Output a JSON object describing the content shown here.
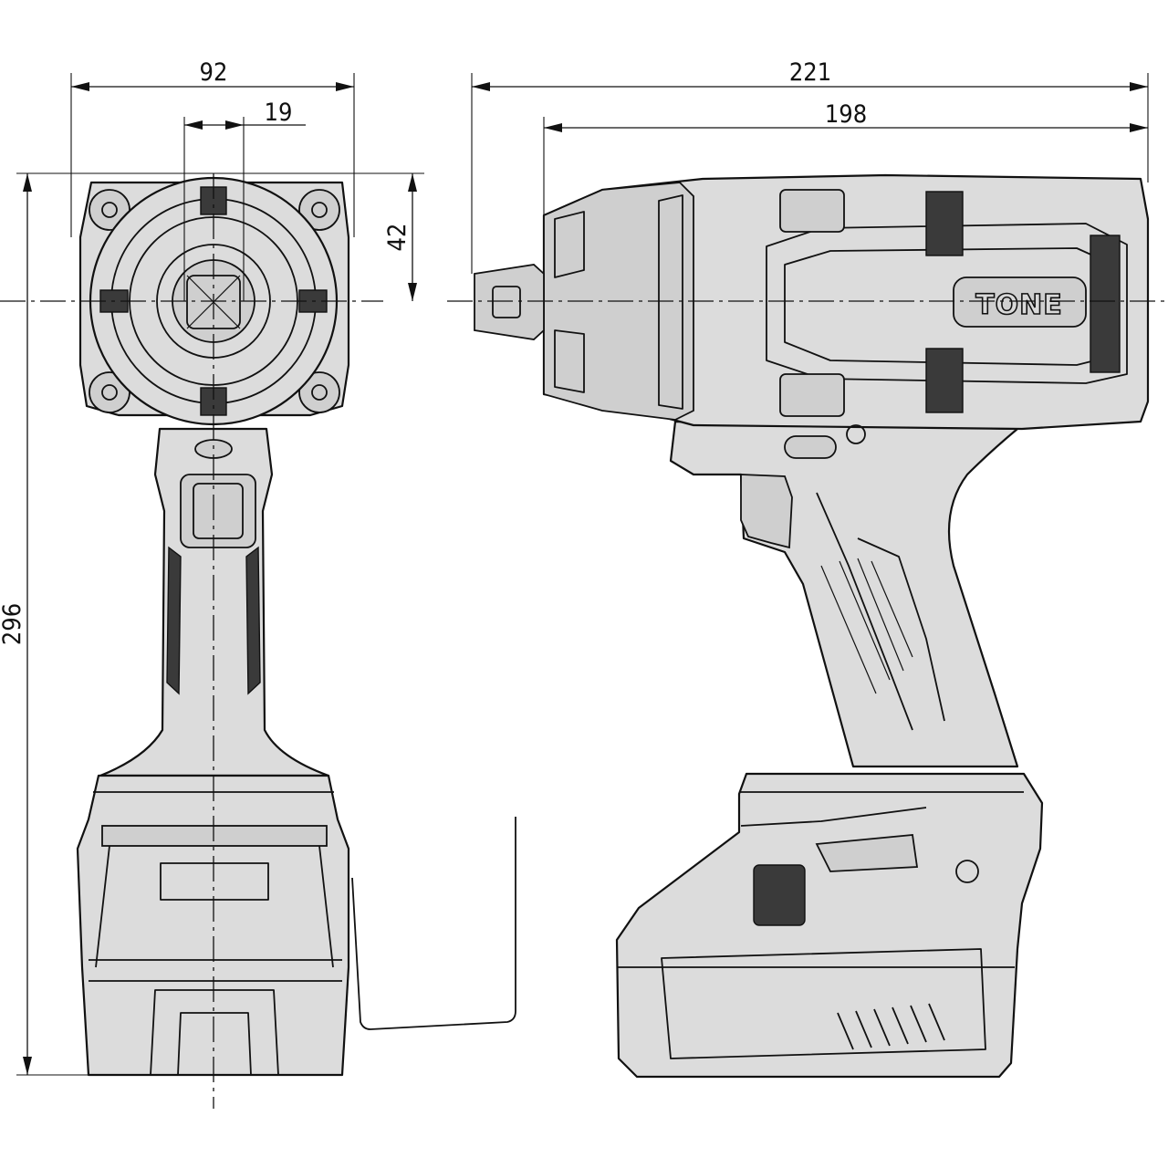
{
  "dimensions": {
    "total_width": "92",
    "anvil_width": "19",
    "center_height": "42",
    "total_height": "296",
    "total_length": "221",
    "body_length": "198"
  },
  "logo": "TONE",
  "colors": {
    "body_fill": "#dcdcdc",
    "line": "#111111"
  }
}
